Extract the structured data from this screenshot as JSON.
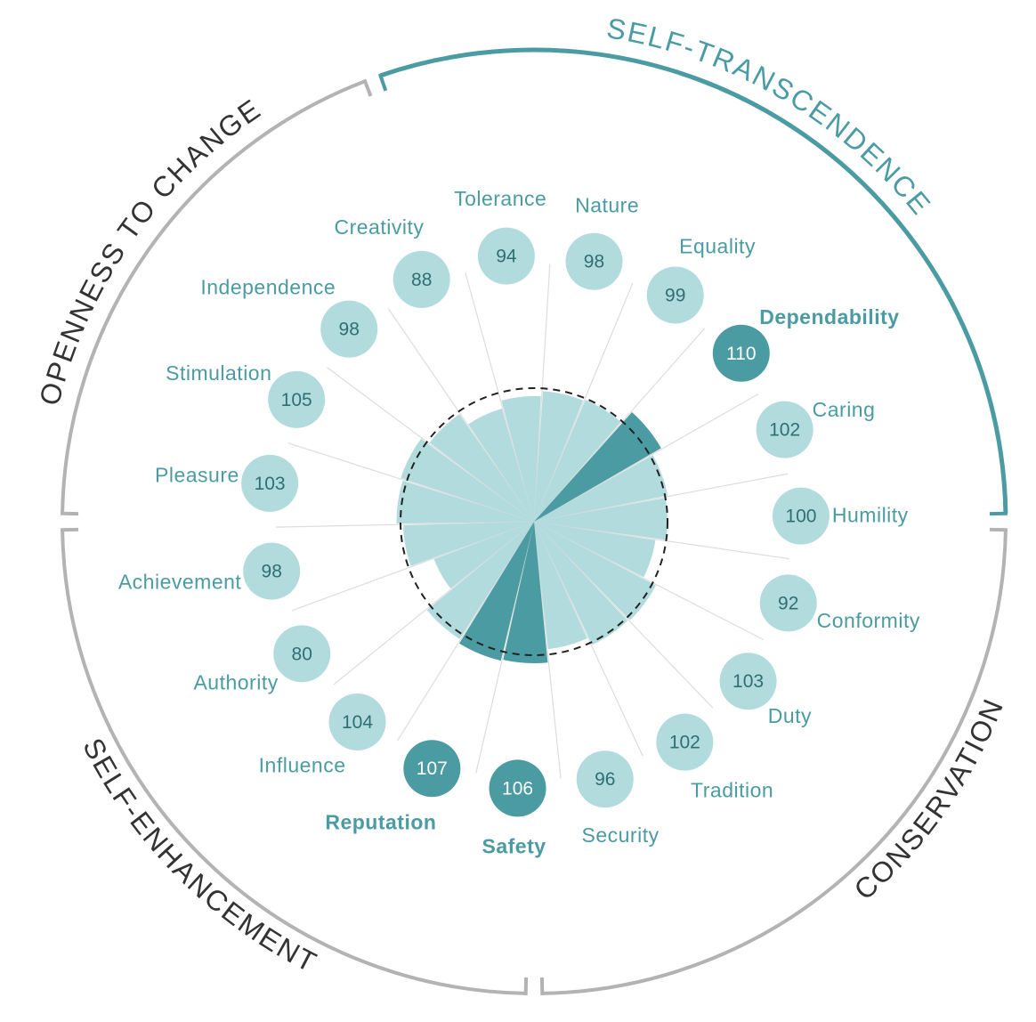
{
  "chart_data": {
    "type": "polar-bar",
    "baseline": 100,
    "categories": [
      "Nature",
      "Equality",
      "Dependability",
      "Caring",
      "Humility",
      "Conformity",
      "Duty",
      "Tradition",
      "Security",
      "Safety",
      "Reputation",
      "Influence",
      "Authority",
      "Achievement",
      "Pleasure",
      "Stimulation",
      "Independence",
      "Creativity",
      "Tolerance"
    ],
    "values": [
      98,
      99,
      110,
      102,
      100,
      92,
      103,
      102,
      96,
      106,
      107,
      104,
      80,
      98,
      103,
      105,
      98,
      88,
      94
    ],
    "highlighted": [
      "Dependability",
      "Safety",
      "Reputation"
    ],
    "groups": [
      {
        "name": "SELF-TRANSCENDENCE",
        "color": "#4a9ca2"
      },
      {
        "name": "CONSERVATION",
        "color": "#b3b3b3"
      },
      {
        "name": "SELF-ENHANCEMENT",
        "color": "#b3b3b3"
      },
      {
        "name": "OPENNESS TO CHANGE",
        "color": "#b3b3b3"
      }
    ]
  },
  "colors": {
    "light": "#b2dbde",
    "dark": "#4a9ca2",
    "label": "#4a9ca2",
    "value_light_text": "#2f6f74",
    "value_dark_text": "#ffffff",
    "ring_grey": "#b3b3b3",
    "ring_teal": "#4a9ca2",
    "group_text": "#333333",
    "spoke": "#dddddd"
  }
}
